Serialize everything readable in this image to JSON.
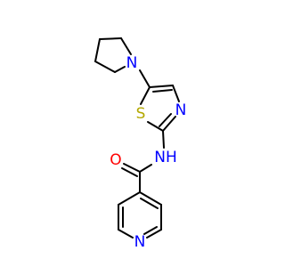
{
  "molecule": {
    "atoms": {
      "pyrrolidine_n": {
        "symbol": "N",
        "color": "#0000ff"
      },
      "thiazole_s": {
        "symbol": "S",
        "color": "#b3a800"
      },
      "thiazole_n": {
        "symbol": "N",
        "color": "#0000ff"
      },
      "amide_nh": {
        "symbol": "NH",
        "color": "#0000ff"
      },
      "carbonyl_o": {
        "symbol": "O",
        "color": "#ff0000"
      },
      "pyridine_n": {
        "symbol": "N",
        "color": "#0000ff"
      }
    },
    "bond_color": "#000000"
  }
}
